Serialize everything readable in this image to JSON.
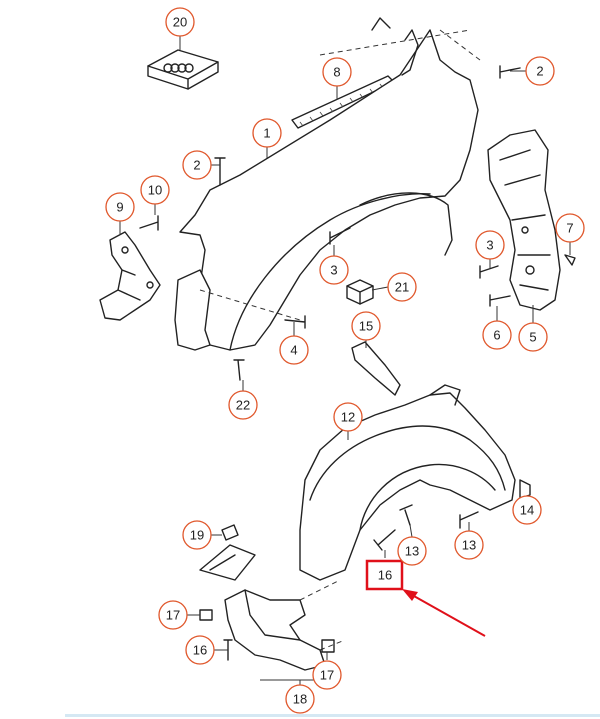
{
  "diagram": {
    "callouts": [
      {
        "id": "c20",
        "label": "20"
      },
      {
        "id": "c8",
        "label": "8"
      },
      {
        "id": "c2a",
        "label": "2"
      },
      {
        "id": "c1",
        "label": "1"
      },
      {
        "id": "c2b",
        "label": "2"
      },
      {
        "id": "c10",
        "label": "10"
      },
      {
        "id": "c9",
        "label": "9"
      },
      {
        "id": "c7",
        "label": "7"
      },
      {
        "id": "c3a",
        "label": "3"
      },
      {
        "id": "c3b",
        "label": "3"
      },
      {
        "id": "c21",
        "label": "21"
      },
      {
        "id": "c6",
        "label": "6"
      },
      {
        "id": "c5",
        "label": "5"
      },
      {
        "id": "c15",
        "label": "15"
      },
      {
        "id": "c4",
        "label": "4"
      },
      {
        "id": "c22",
        "label": "22"
      },
      {
        "id": "c12",
        "label": "12"
      },
      {
        "id": "c14",
        "label": "14"
      },
      {
        "id": "c19",
        "label": "19"
      },
      {
        "id": "c13a",
        "label": "13"
      },
      {
        "id": "c13b",
        "label": "13"
      },
      {
        "id": "c16a",
        "label": "16"
      },
      {
        "id": "c17a",
        "label": "17"
      },
      {
        "id": "c16b",
        "label": "16"
      },
      {
        "id": "c17b",
        "label": "17"
      },
      {
        "id": "c18",
        "label": "18"
      }
    ],
    "highlight": {
      "target": "16",
      "color": "#e0101a"
    },
    "colors": {
      "callout_ring": "#e0572b",
      "line": "#222222",
      "arrow": "#e0101a"
    }
  }
}
